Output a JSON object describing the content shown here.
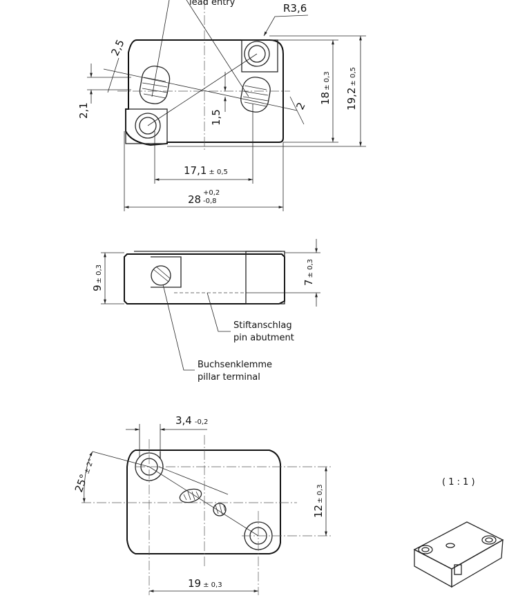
{
  "top_view": {
    "lead_entry": "lead entry",
    "radius": "R3,6",
    "dim_2_5": "2,5",
    "dim_2_1": "2,1",
    "dim_1_5": "1,5",
    "dim_2": "2",
    "dim_18": "18",
    "dim_18_tol": "± 0,3",
    "dim_19_2": "19,2",
    "dim_19_2_tol": "± 0,5",
    "dim_17_1": "17,1",
    "dim_17_1_tol": "± 0,5",
    "dim_28": "28",
    "dim_28_tol_upper": "+0,2",
    "dim_28_tol_lower": "-0,8"
  },
  "side_view": {
    "dim_9": "9",
    "dim_9_tol": "± 0,3",
    "dim_7": "7",
    "dim_7_tol": "± 0,3",
    "stiftanschlag": "Stiftanschlag",
    "pin_abutment": "pin abutment",
    "buchsenklemme": "Buchsenklemme",
    "pillar_terminal": "pillar terminal"
  },
  "bottom_view": {
    "dim_3_4": "3,4",
    "dim_3_4_tol": "-0,2",
    "angle": "25°",
    "angle_tol": "± 2°",
    "dim_12": "12",
    "dim_12_tol": "± 0,3",
    "dim_19": "19",
    "dim_19_tol": "± 0,3"
  },
  "scale": "( 1 : 1 )"
}
